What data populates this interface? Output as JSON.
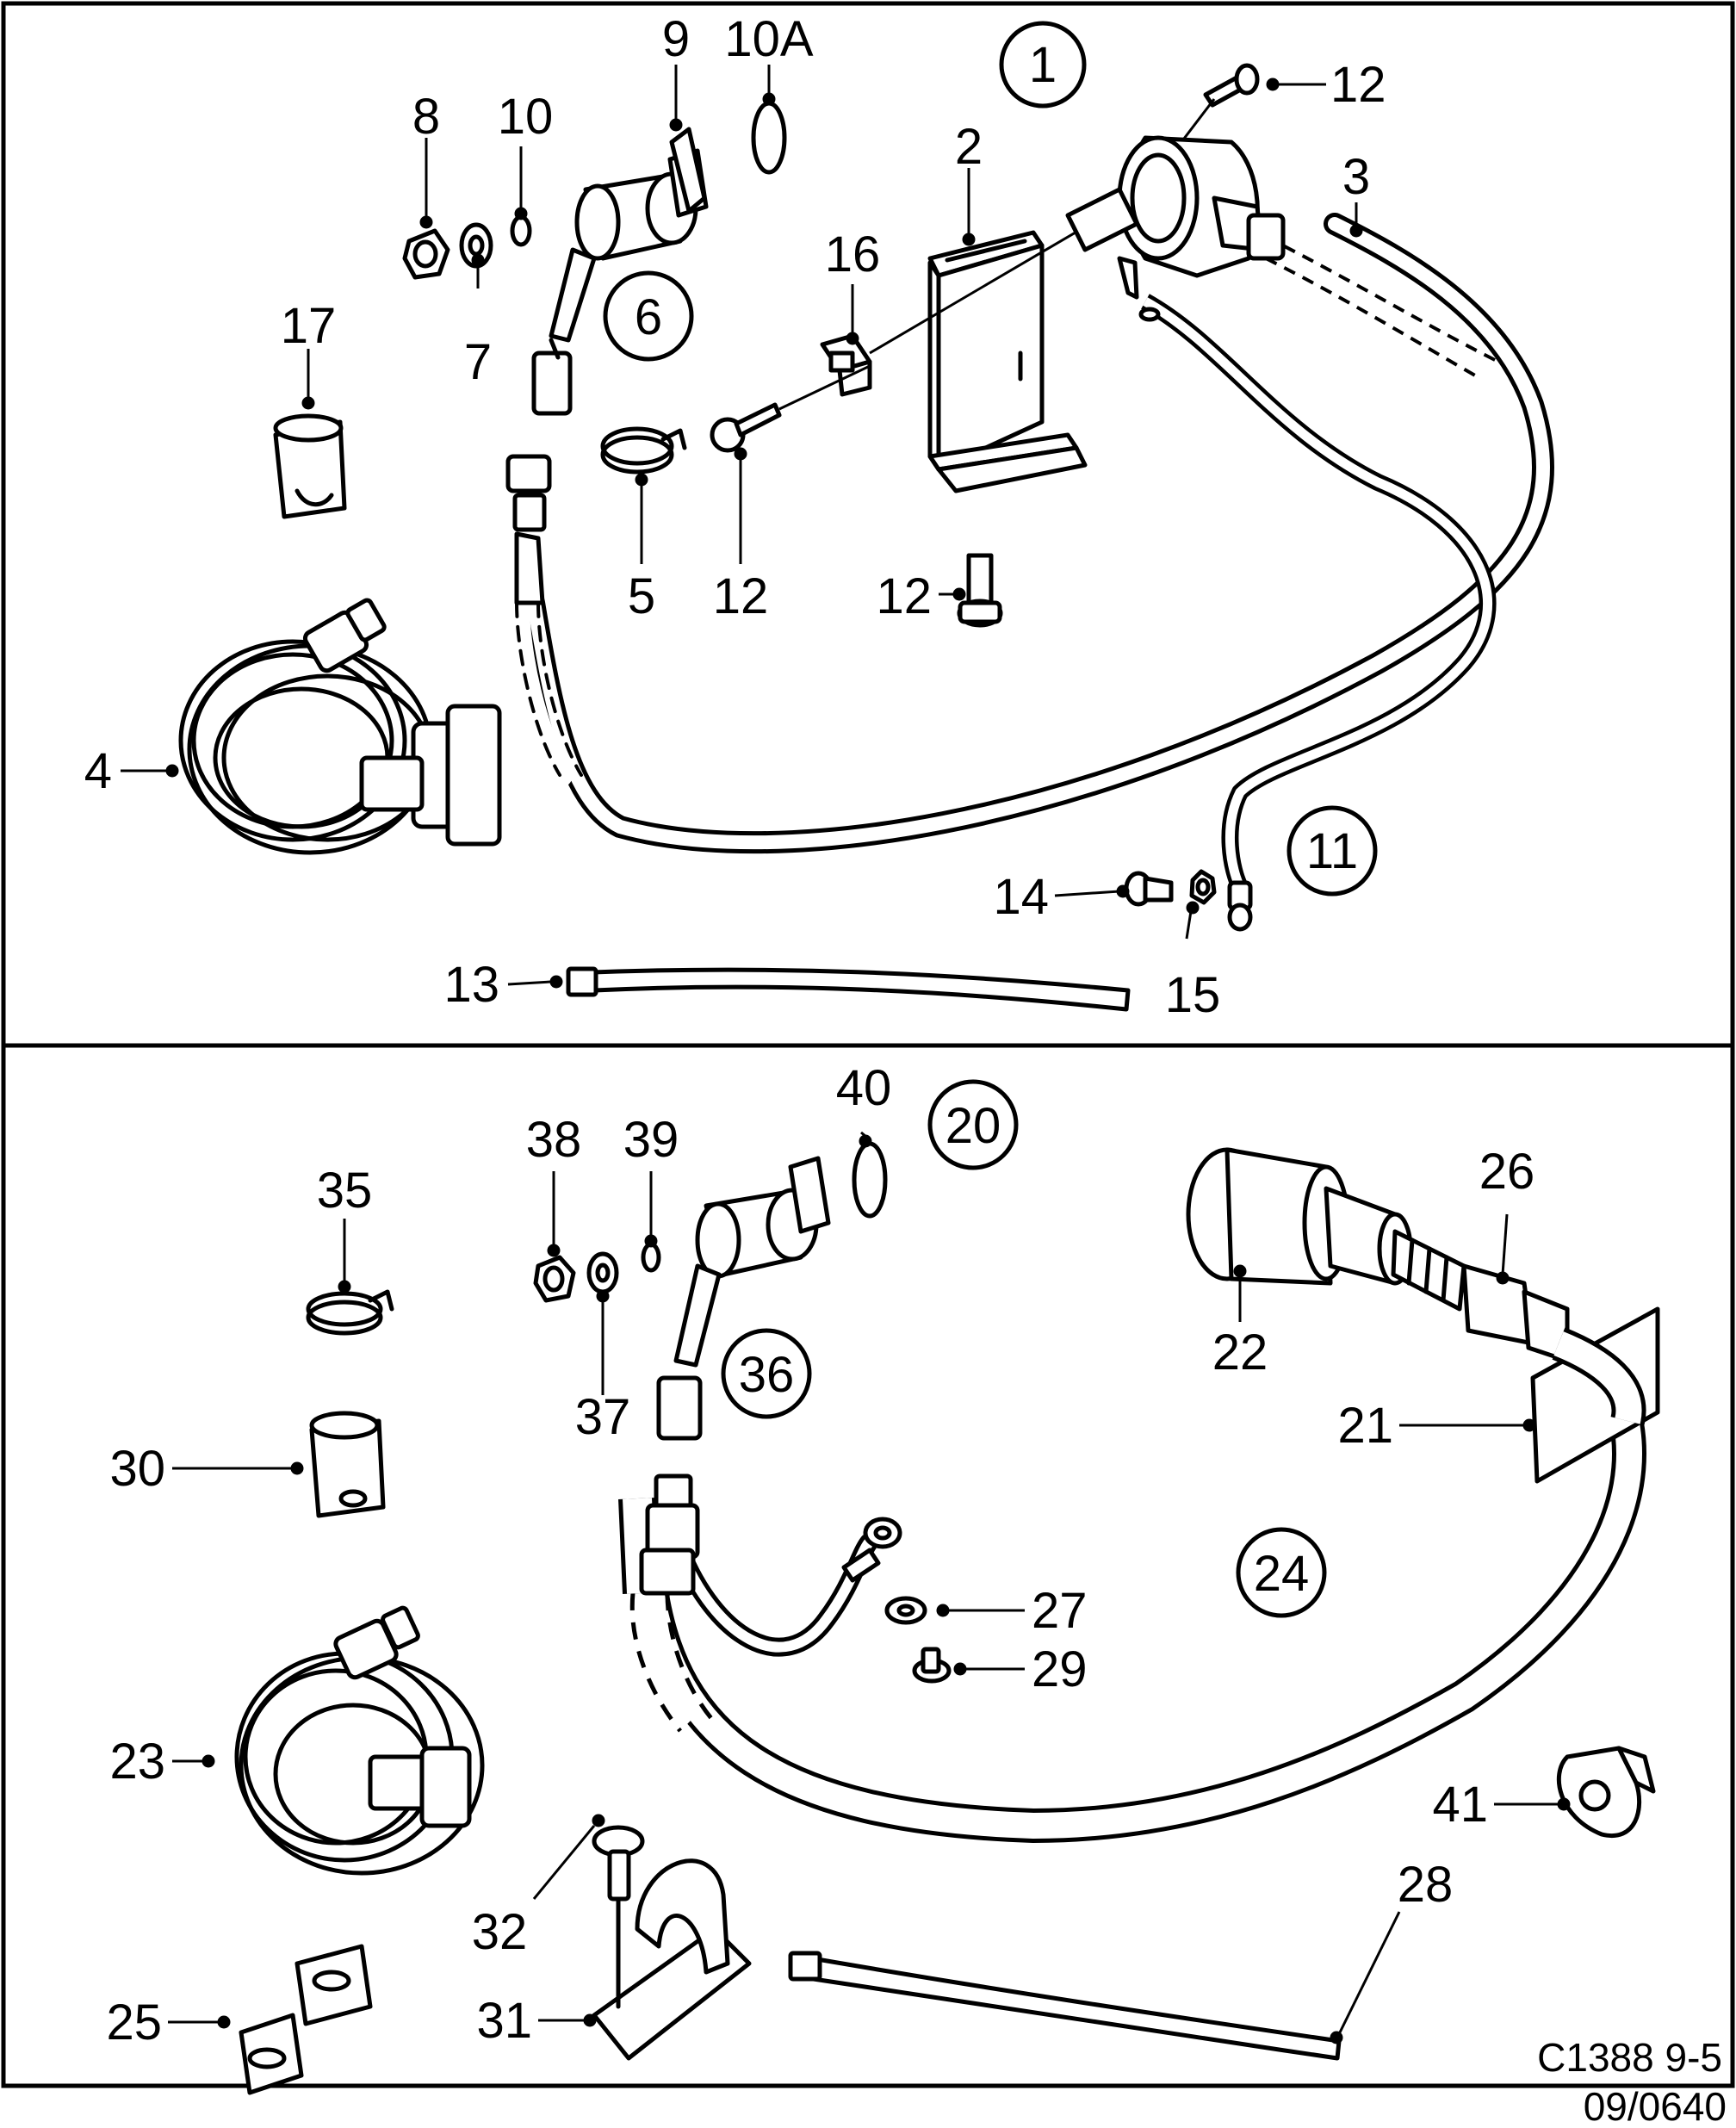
{
  "panel_top": {
    "assembly_label": "1",
    "callouts": {
      "p2": "2",
      "p3": "3",
      "p4": "4",
      "p5": "5",
      "p6": "6",
      "p7": "7",
      "p8": "8",
      "p9": "9",
      "p10": "10",
      "p10a": "10A",
      "p11": "11",
      "p12a": "12",
      "p12b": "12",
      "p12c": "12",
      "p13": "13",
      "p14": "14",
      "p15": "15",
      "p16": "16",
      "p17": "17"
    }
  },
  "panel_bottom": {
    "assembly_label": "20",
    "callouts": {
      "p21": "21",
      "p22": "22",
      "p23": "23",
      "p24": "24",
      "p25": "25",
      "p26": "26",
      "p27": "27",
      "p28": "28",
      "p29": "29",
      "p30": "30",
      "p31": "31",
      "p32": "32",
      "p35": "35",
      "p36": "36",
      "p37": "37",
      "p38": "38",
      "p39": "39",
      "p40": "40",
      "p41": "41"
    }
  },
  "footer": {
    "figure_code": "C1388 9-5",
    "date_code": "09/0640"
  }
}
